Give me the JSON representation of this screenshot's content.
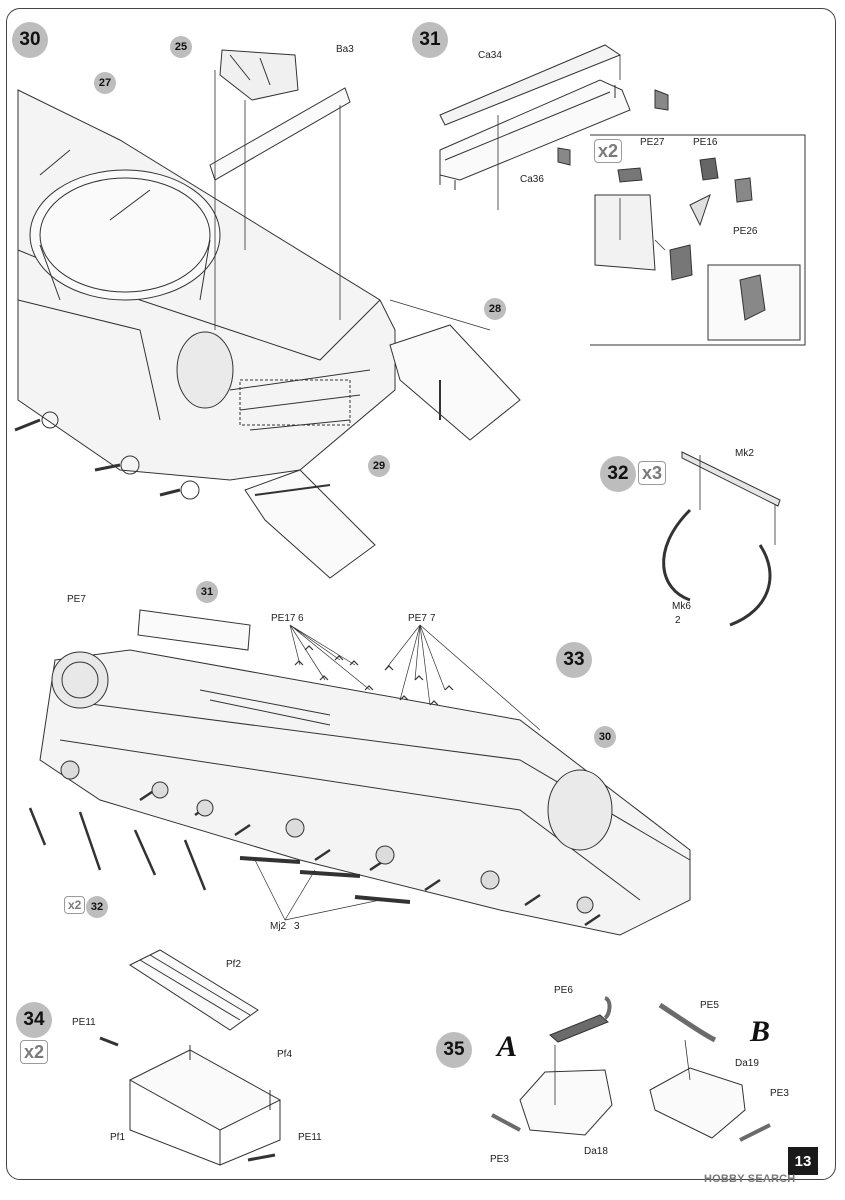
{
  "page_number": "13",
  "watermark": "HOBBY SEARCH",
  "steps": {
    "s30": "30",
    "s31": "31",
    "s32": "32",
    "s33": "33",
    "s34": "34",
    "s35": "35"
  },
  "multipliers": {
    "step31_detail": "x2",
    "step32": "x3",
    "step34": "x2",
    "step33_bracket": "x2"
  },
  "ref_markers": {
    "r25": "25",
    "r27": "27",
    "r28": "28",
    "r29": "29",
    "r31": "31",
    "r30": "30",
    "r32": "32"
  },
  "variants": {
    "a": "A",
    "b": "B"
  },
  "parts": {
    "ba3": "Ba3",
    "ca34": "Ca34",
    "ca36": "Ca36",
    "pe27": "PE27",
    "pe16": "PE16",
    "pe26": "PE26",
    "mk2": "Mk2",
    "mk6": "Mk6",
    "mk6_qty": "2",
    "pe7": "PE7",
    "pe17": "PE17",
    "pe17_qty": "6",
    "pe7_qty": "7",
    "mj2": "Mj2",
    "mj2_qty": "3",
    "pf2": "Pf2",
    "pf4": "Pf4",
    "pf1": "Pf1",
    "pe11": "PE11",
    "pe6": "PE6",
    "pe5": "PE5",
    "da18": "Da18",
    "da19": "Da19",
    "pe3": "PE3"
  },
  "colors": {
    "badge_gray": "#bdbdbd",
    "line_art": "#333333",
    "pe_gray": "#6b6b6b"
  }
}
